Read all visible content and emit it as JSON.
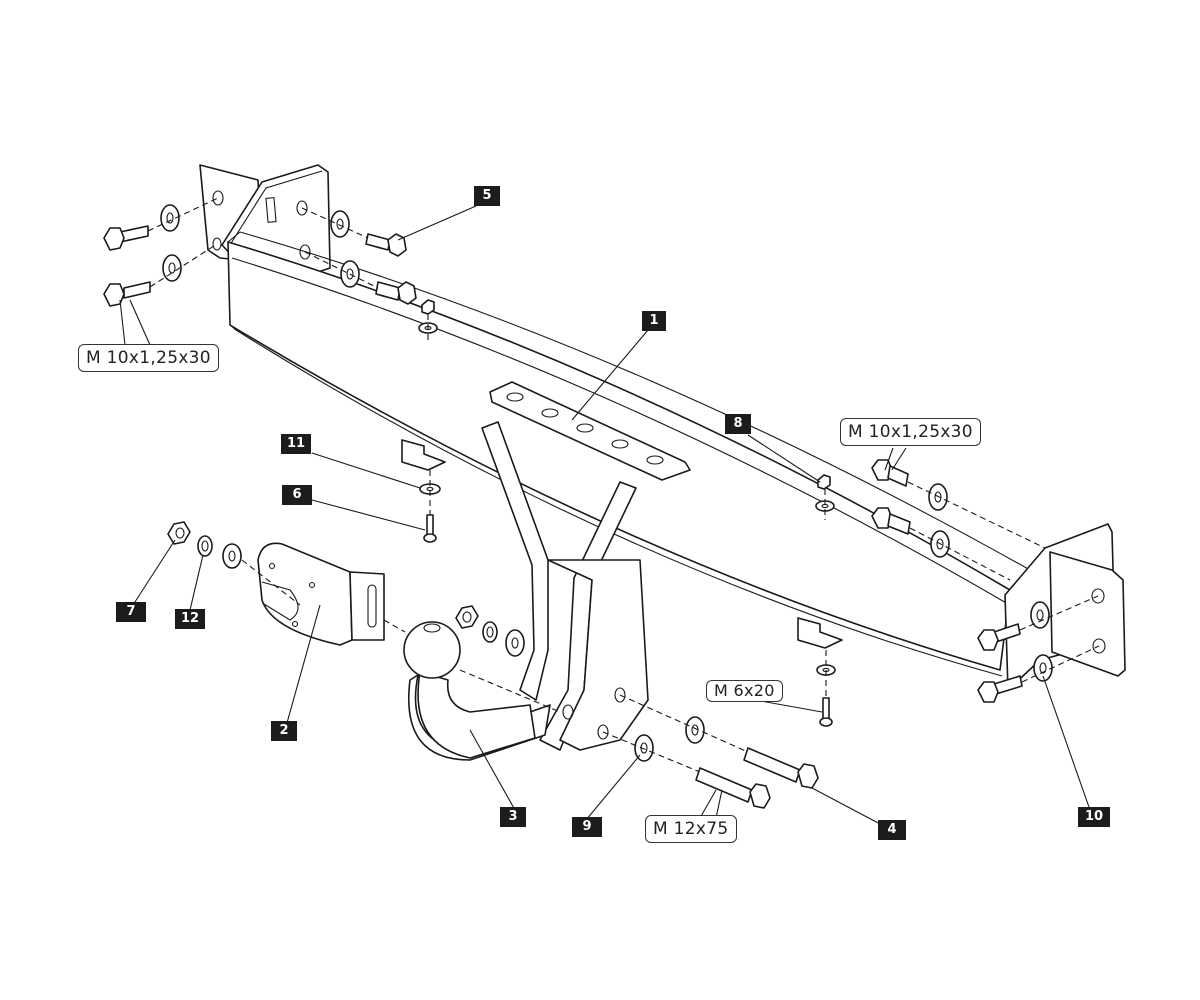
{
  "diagram": {
    "title": "Tow bar exploded assembly drawing",
    "part_callouts": [
      {
        "id": "1",
        "label": "1",
        "part": "crossbar-beam"
      },
      {
        "id": "2",
        "label": "2",
        "part": "electrical-socket-bracket"
      },
      {
        "id": "3",
        "label": "3",
        "part": "tow-ball-neck"
      },
      {
        "id": "4",
        "label": "4",
        "part": "long-bolt"
      },
      {
        "id": "5",
        "label": "5",
        "part": "mounting-bolt"
      },
      {
        "id": "6",
        "label": "6",
        "part": "small-bolt"
      },
      {
        "id": "7",
        "label": "7",
        "part": "nut"
      },
      {
        "id": "8",
        "label": "8",
        "part": "small-nut"
      },
      {
        "id": "9",
        "label": "9",
        "part": "washer"
      },
      {
        "id": "10",
        "label": "10",
        "part": "flat-washer"
      },
      {
        "id": "11",
        "label": "11",
        "part": "small-washer"
      },
      {
        "id": "12",
        "label": "12",
        "part": "spring-washer"
      }
    ],
    "bolt_specs": [
      {
        "id": "spec-left",
        "text": "M 10x1,25x30"
      },
      {
        "id": "spec-right",
        "text": "M 10x1,25x30"
      },
      {
        "id": "spec-small",
        "text": "M 6x20"
      },
      {
        "id": "spec-long",
        "text": "M 12x75"
      }
    ]
  }
}
